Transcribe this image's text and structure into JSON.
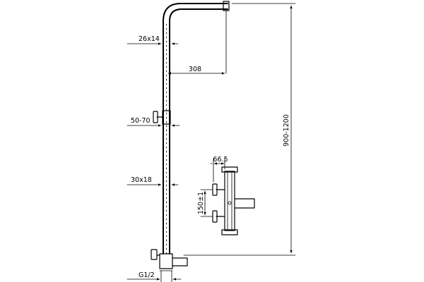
{
  "dimensions": {
    "pipe_diameter_top": "26x14",
    "arm_length": "308",
    "holder_range": "50-70",
    "pipe_diameter_lower": "30x18",
    "total_height": "900-1200",
    "width_detail": "66.5",
    "valve_spacing": "150±1",
    "connection_thread": "G1/2"
  },
  "colors": {
    "line": "#000000",
    "background": "#ffffff"
  }
}
